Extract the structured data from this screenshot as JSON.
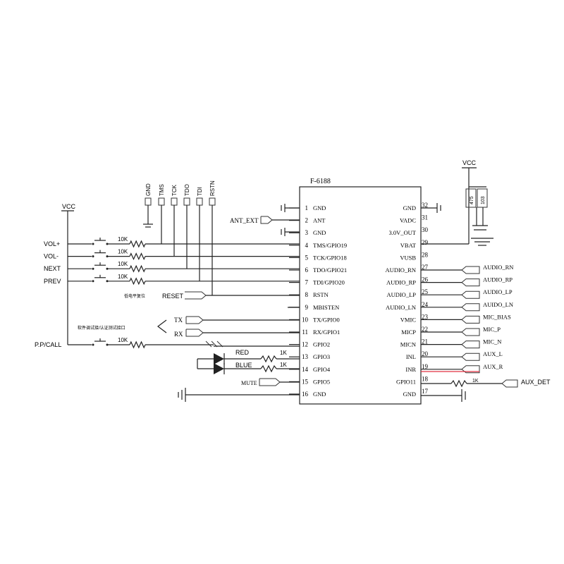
{
  "chip": {
    "name": "F-6188",
    "left_pins": [
      {
        "num": "1",
        "name": "GND"
      },
      {
        "num": "2",
        "name": "ANT"
      },
      {
        "num": "3",
        "name": "GND"
      },
      {
        "num": "4",
        "name": "TMS/GPIO19"
      },
      {
        "num": "5",
        "name": "TCK/GPIO18"
      },
      {
        "num": "6",
        "name": "TDO/GPIO21"
      },
      {
        "num": "7",
        "name": "TDI/GPIO20"
      },
      {
        "num": "8",
        "name": "RSTN"
      },
      {
        "num": "9",
        "name": "MBISTEN"
      },
      {
        "num": "10",
        "name": "TX/GPIO0"
      },
      {
        "num": "11",
        "name": "RX/GPIO1"
      },
      {
        "num": "12",
        "name": "GPIO2"
      },
      {
        "num": "13",
        "name": "GPIO3"
      },
      {
        "num": "14",
        "name": "GPIO4"
      },
      {
        "num": "15",
        "name": "GPIO5"
      },
      {
        "num": "16",
        "name": "GND"
      }
    ],
    "right_pins": [
      {
        "num": "32",
        "name": "GND"
      },
      {
        "num": "31",
        "name": "VADC"
      },
      {
        "num": "30",
        "name": "3.0V_OUT"
      },
      {
        "num": "29",
        "name": "VBAT"
      },
      {
        "num": "28",
        "name": "VUSB"
      },
      {
        "num": "27",
        "name": "AUDIO_RN"
      },
      {
        "num": "26",
        "name": "AUDIO_RP"
      },
      {
        "num": "25",
        "name": "AUDIO_LP"
      },
      {
        "num": "24",
        "name": "AUDIO_LN"
      },
      {
        "num": "23",
        "name": "VMIC"
      },
      {
        "num": "22",
        "name": "MICP"
      },
      {
        "num": "21",
        "name": "MICN"
      },
      {
        "num": "20",
        "name": "INL"
      },
      {
        "num": "19",
        "name": "INR"
      },
      {
        "num": "18",
        "name": "GPIO11"
      },
      {
        "num": "17",
        "name": "GND"
      }
    ]
  },
  "right_nets": [
    "AUDIO_RN",
    "AUDIO_RP",
    "AUDIO_LP",
    "AUIDO_LN",
    "MIC_BIAS",
    "MIC_P",
    "MIC_N",
    "AUX_L",
    "AUX_R"
  ],
  "aux_det": {
    "label": "AUX_DET",
    "resistor": "1K"
  },
  "jtag_header": [
    "GND",
    "TMS",
    "TCK",
    "TDO",
    "TDI",
    "RSTN"
  ],
  "buttons": [
    {
      "label": "VOL+",
      "resistor": "10K"
    },
    {
      "label": "VOL-",
      "resistor": "10K"
    },
    {
      "label": "NEXT",
      "resistor": "10K"
    },
    {
      "label": "PREV",
      "resistor": "10K"
    }
  ],
  "pp_call": {
    "label": "P.P/CALL",
    "resistor": "10K"
  },
  "vcc_left": "VCC",
  "vcc_right": "VCC",
  "ant_ext": "ANT_EXT",
  "reset": {
    "label": "RESET",
    "note": "低电平复位"
  },
  "uart": {
    "tx": "TX",
    "rx": "RX",
    "note": "软件调试接/认证测试接口"
  },
  "leds": [
    {
      "label": "RED",
      "resistor": "1K"
    },
    {
      "label": "BLUE",
      "resistor": "1K"
    }
  ],
  "mute": "MUTE",
  "caps": {
    "c1": "475",
    "c2": "103"
  },
  "colors": {
    "line": "#222222",
    "aux_r_wire": "#e03040",
    "background": "#ffffff"
  }
}
